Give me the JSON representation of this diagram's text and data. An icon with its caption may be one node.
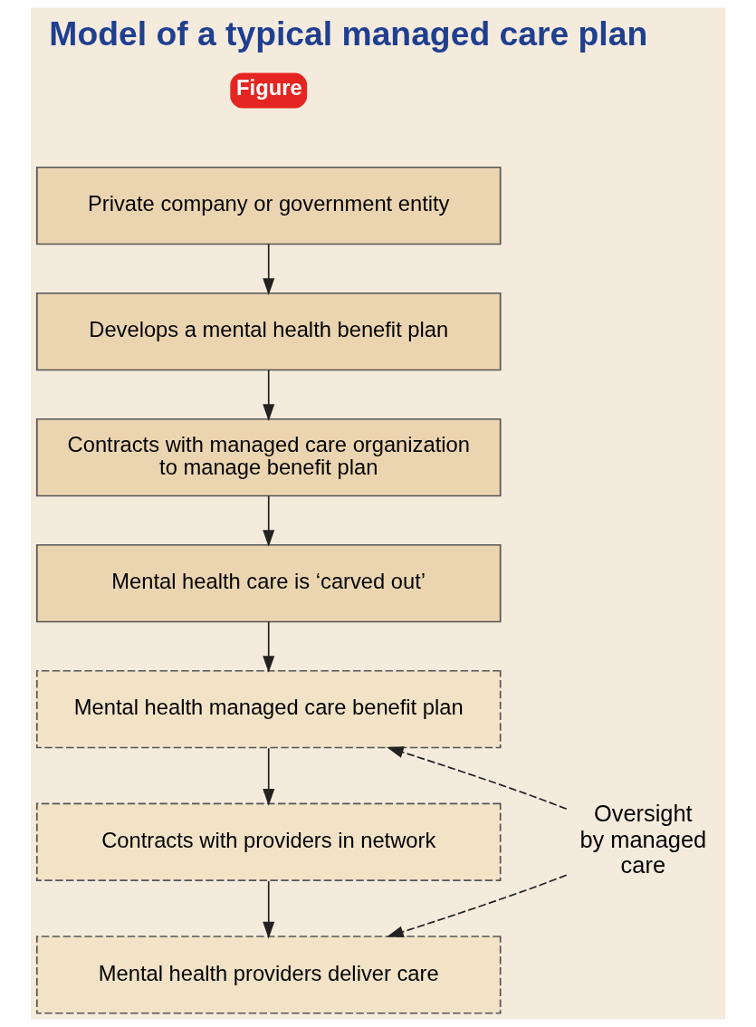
{
  "diagram": {
    "title": "Model of a typical managed care plan",
    "nodes": [
      {
        "text": [
          "Private company or government entity"
        ]
      },
      {
        "text": [
          "Develops a mental health benefit plan"
        ]
      },
      {
        "text": [
          "Contracts with managed care organization to manage benefit plan"
        ]
      },
      {
        "text": [
          "Mental health care is ‘carved out’"
        ]
      },
      {
        "text": [
          "Mental health managed care benefit plan"
        ]
      },
      {
        "text": [
          "Contracts with providers in network"
        ]
      },
      {
        "text": [
          "Mental health providers deliver care"
        ]
      },
      {
        "text": [
          "Oversight by managed care"
        ]
      }
    ],
    "edges": [
      {
        "from": 0,
        "to": 1,
        "arrow": "to"
      },
      {
        "from": 1,
        "to": 2,
        "arrow": "to"
      },
      {
        "from": 2,
        "to": 3,
        "arrow": "to"
      },
      {
        "from": 3,
        "to": 4,
        "arrow": "to"
      },
      {
        "from": 4,
        "to": 5,
        "arrow": "to"
      },
      {
        "from": 5,
        "to": 6,
        "arrow": "to"
      },
      {
        "from": 7,
        "to": 4,
        "arrow": "to",
        "style": "dashed"
      },
      {
        "from": 7,
        "to": 6,
        "arrow": "to",
        "style": "dashed"
      }
    ],
    "labels": [
      "Figure"
    ]
  }
}
